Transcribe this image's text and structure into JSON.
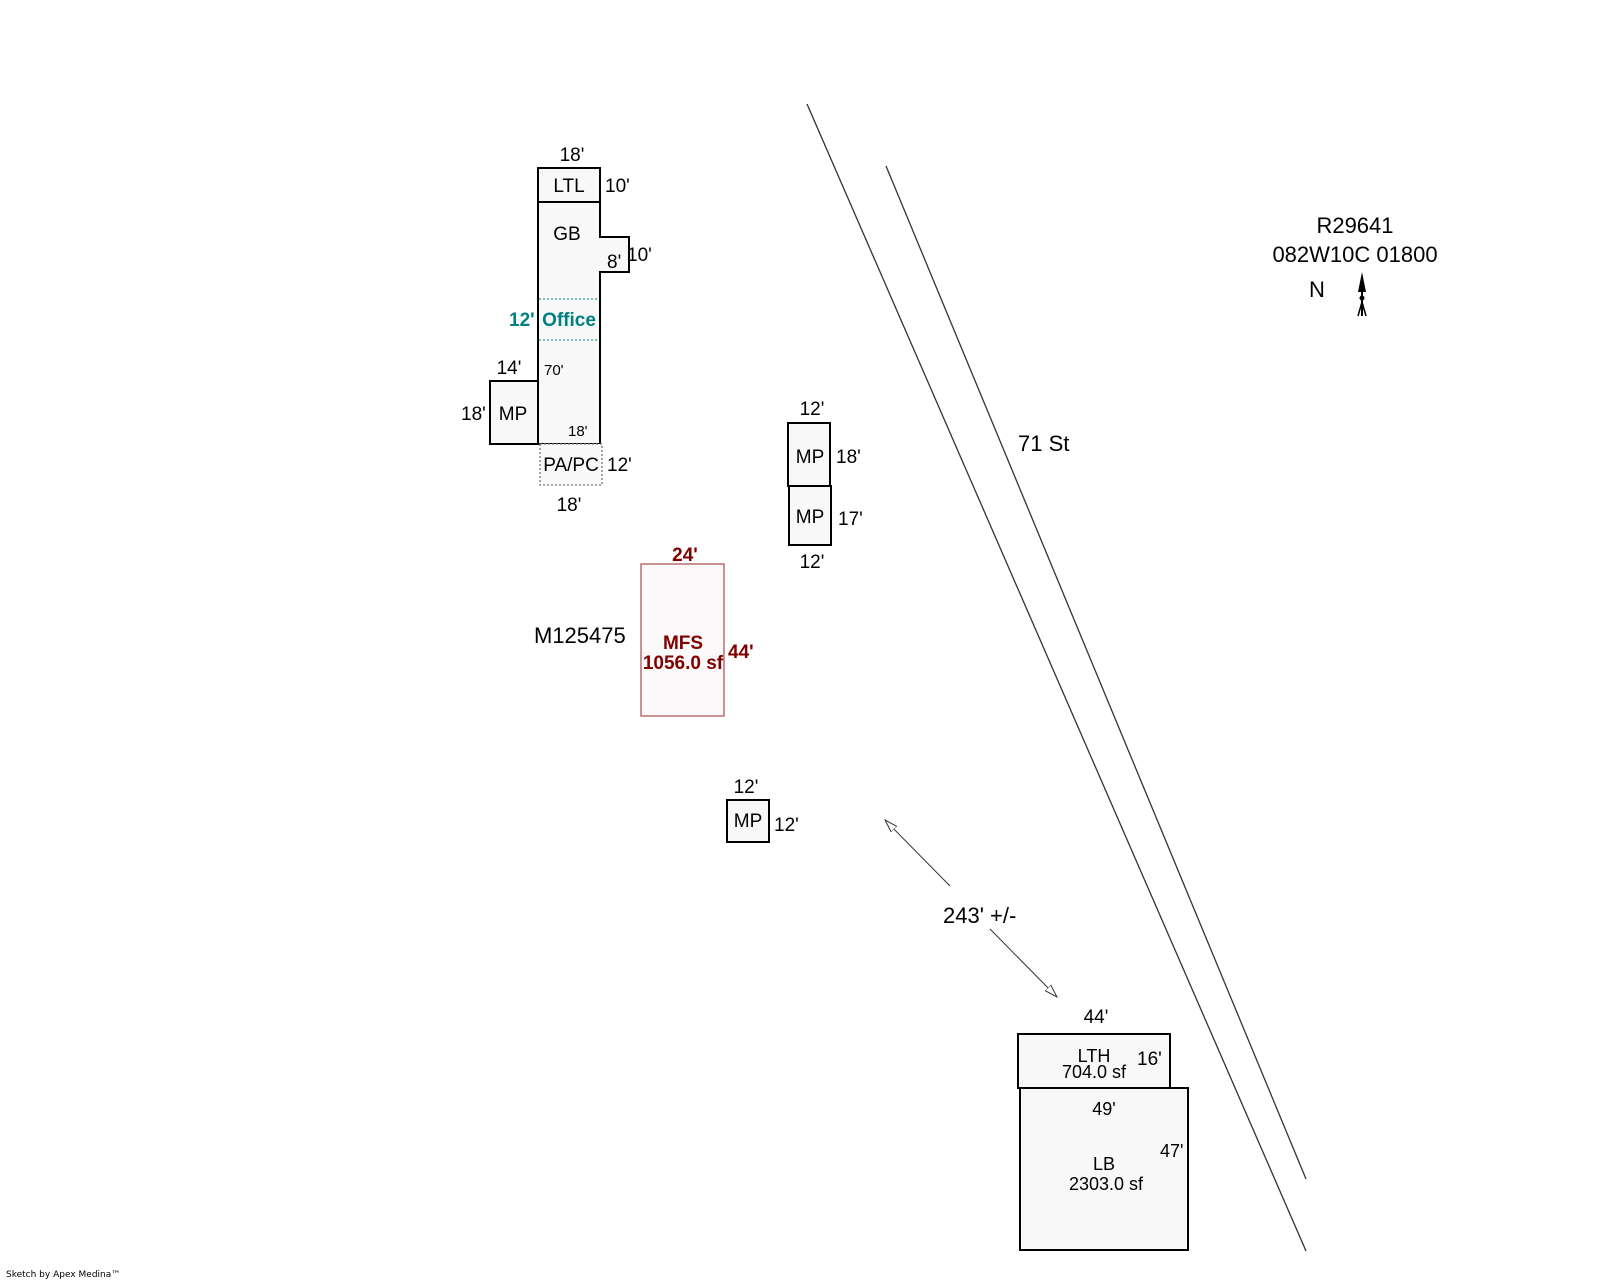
{
  "sketch": {
    "parcel": {
      "id": "R29641",
      "map_number": "082W10C 01800",
      "north_label": "N"
    },
    "street": {
      "name": "71 St"
    },
    "distance": {
      "label": "243' +/-"
    },
    "mobile_id": "M125475",
    "credit": "Sketch by Apex Medina™",
    "colors": {
      "outline": "#000000",
      "fill": "#f8f8f8",
      "mfs_outline": "#b86f6f",
      "mfs_text": "#800000",
      "office_text": "#008080"
    },
    "main_building": {
      "ltl": {
        "label": "LTL",
        "width": "18'",
        "depth": "10'"
      },
      "gb": {
        "label": "GB",
        "bump_width": "8'",
        "bump_depth": "10'",
        "length": "70'",
        "bottom_width": "18'"
      },
      "office": {
        "label": "Office",
        "depth": "12'"
      },
      "mp": {
        "label": "MP",
        "width": "14'",
        "depth": "18'"
      },
      "papc": {
        "label": "PA/PC",
        "width": "18'",
        "depth": "12'"
      }
    },
    "mp_pair": {
      "upper": {
        "label": "MP",
        "width": "12'",
        "depth": "18'"
      },
      "lower": {
        "label": "MP",
        "width": "12'",
        "depth": "17'"
      }
    },
    "mfs": {
      "label": "MFS",
      "area": "1056.0 sf",
      "width": "24'",
      "depth": "44'"
    },
    "mp_small": {
      "label": "MP",
      "width": "12'",
      "depth": "12'"
    },
    "lth": {
      "label": "LTH",
      "area": "704.0 sf",
      "width": "44'",
      "depth": "16'"
    },
    "lb": {
      "label": "LB",
      "area": "2303.0 sf",
      "width": "49'",
      "depth": "47'"
    }
  }
}
